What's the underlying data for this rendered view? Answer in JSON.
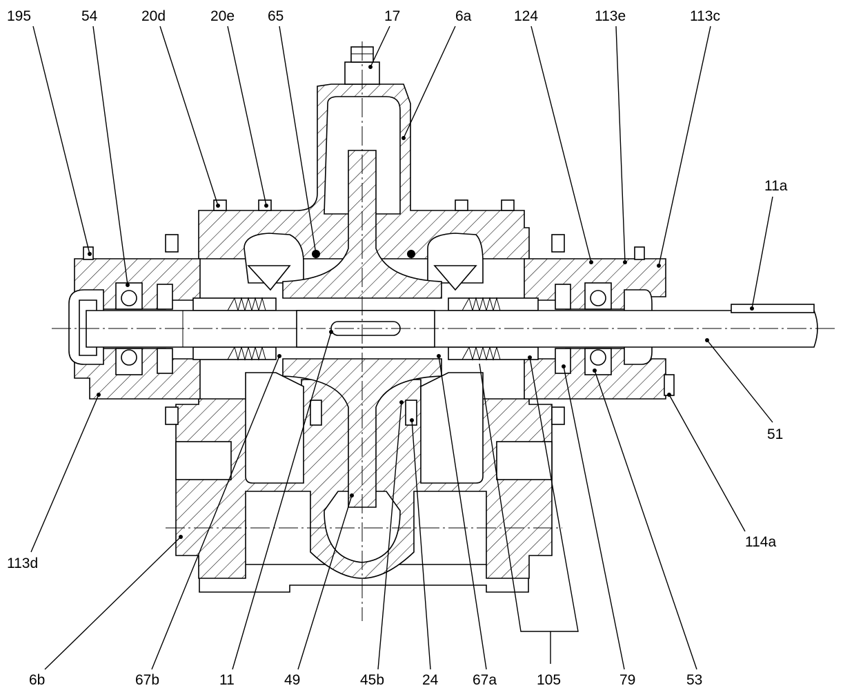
{
  "figure": {
    "labels": {
      "l195": "195",
      "l54": "54",
      "l20d": "20d",
      "l20e": "20e",
      "l65": "65",
      "l17": "17",
      "l6a": "6a",
      "l124": "124",
      "l113e": "113e",
      "l113c": "113c",
      "l11a": "11a",
      "l51": "51",
      "l114a": "114a",
      "l113d": "113d",
      "l6b": "6b",
      "l67b": "67b",
      "l11": "11",
      "l49": "49",
      "l45b": "45b",
      "l24": "24",
      "l67a": "67a",
      "l105": "105",
      "l79": "79",
      "l53": "53"
    }
  }
}
